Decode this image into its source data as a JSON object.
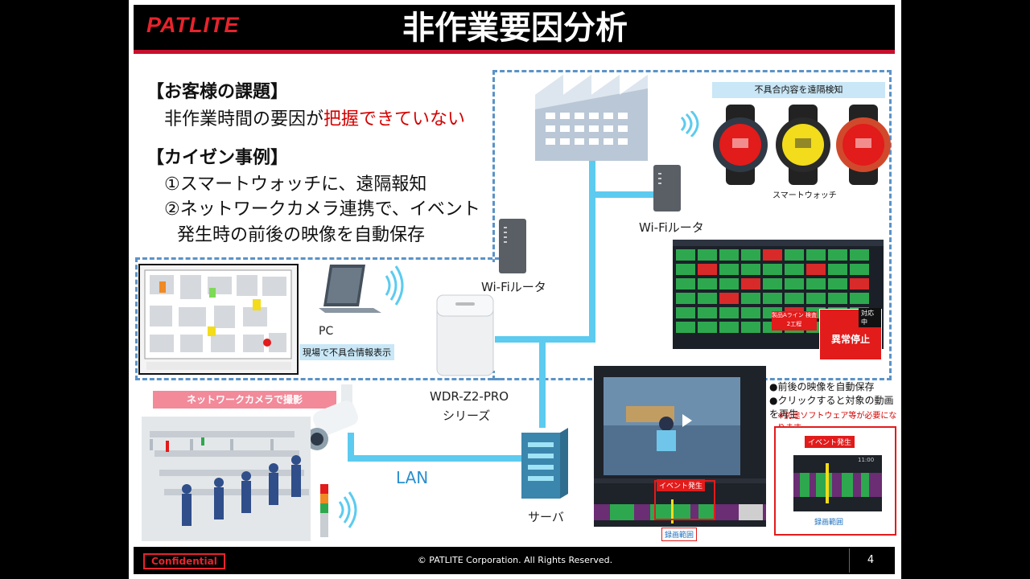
{
  "header": {
    "logo": "PATLITE",
    "title": "非作業要因分析"
  },
  "problem": {
    "heading": "【お客様の課題】",
    "text_normal": "非作業時間の要因が",
    "text_red": "把握できていない"
  },
  "kaizen": {
    "heading": "【カイゼン事例】",
    "item1": "①スマートウォッチに、遠隔報知",
    "item2_line1": "②ネットワークカメラ連携で、イベント",
    "item2_line2": "発生時の前後の映像を自動保存"
  },
  "labels": {
    "remote_detect": "不具合内容を遠隔検知",
    "smartwatch": "スマートウォッチ",
    "wifi_router_1": "Wi-Fiルータ",
    "wifi_router_2": "Wi-Fiルータ",
    "pc": "PC",
    "onsite_display": "現場で不具合情報表示",
    "network_camera": "ネットワークカメラで撮影",
    "wdr_line1": "WDR-Z2-PRO",
    "wdr_line2": "シリーズ",
    "lan": "LAN",
    "server": "サーバ"
  },
  "dashboard": {
    "alarm_label": "対応中",
    "alarm_text": "異常停止",
    "alarm_sub": "製品Aライン 検査2工程"
  },
  "video": {
    "bullet1": "●前後の映像を自動保存",
    "bullet2": "●クリックすると対象の動画を再生",
    "note": "※別途ソフトウェア等が必要になります",
    "event_label": "イベント発生",
    "range_label": "録画範囲",
    "event_label_zoom": "イベント発生",
    "range_label_zoom": "録画範囲",
    "zoom_time": "11:00"
  },
  "footer": {
    "confidential": "Confidential",
    "copyright": "© PATLITE Corporation. All Rights Reserved.",
    "page": "4"
  },
  "colors": {
    "accent_red": "#c8102e",
    "pipe_blue": "#5ccbef",
    "dash_blue": "#5b93c7"
  }
}
